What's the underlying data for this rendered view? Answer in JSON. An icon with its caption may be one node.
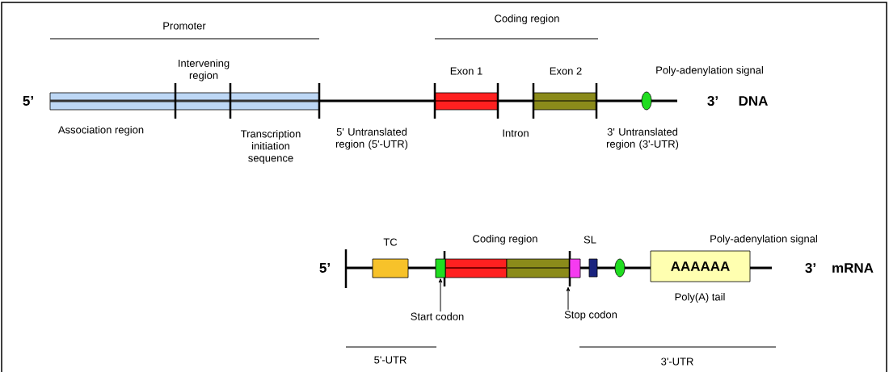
{
  "diagram": {
    "nodes": [
      {
        "text": [
          "AAAAAA"
        ],
        "beside": [
          "Poly(A) tail"
        ]
      },
      {
        "text": [
          "Start codon"
        ]
      },
      {
        "text": [],
        "shape": "box"
      },
      {
        "text": [
          "Stop codon"
        ]
      },
      {
        "text": [],
        "shape": "box"
      }
    ],
    "edges": [
      {
        "from": 1,
        "to": 2,
        "arrow": "to"
      },
      {
        "from": 3,
        "to": 4,
        "arrow": "to"
      }
    ],
    "labels": [
      "Promoter",
      "Coding region",
      "Intervening region",
      "Exon 1",
      "Exon 2",
      "Poly-adenylation signal",
      "5’",
      "3’",
      "DNA",
      "Association region",
      "Transcription initiation sequence",
      "5' Untranslated region (5'-UTR)",
      "Intron",
      "3' Untranslated region (3'-UTR)",
      "TC",
      "Coding region",
      "SL",
      "Poly-adenylation signal",
      "5’",
      "3’",
      "mRNA",
      "5'-UTR",
      "3'-UTR"
    ]
  }
}
